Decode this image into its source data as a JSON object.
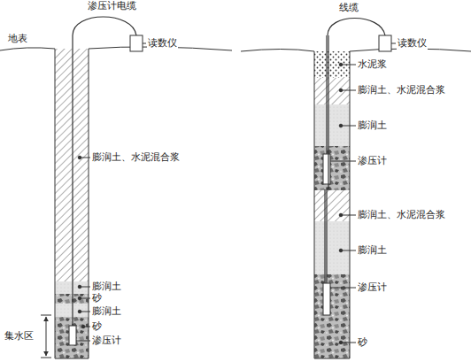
{
  "diagram": {
    "labels": [
      "渗压计电缆",
      "读数仪",
      "地表",
      "膨润土、水泥混合浆",
      "膨润土",
      "砂",
      "膨润土",
      "砂",
      "渗压计",
      "集水区",
      "线缆",
      "读数仪",
      "水泥浆",
      "膨润土、水泥混合浆",
      "膨润土",
      "渗压计",
      "膨润土、水泥混合浆",
      "膨润土",
      "渗压计",
      "砂"
    ]
  }
}
